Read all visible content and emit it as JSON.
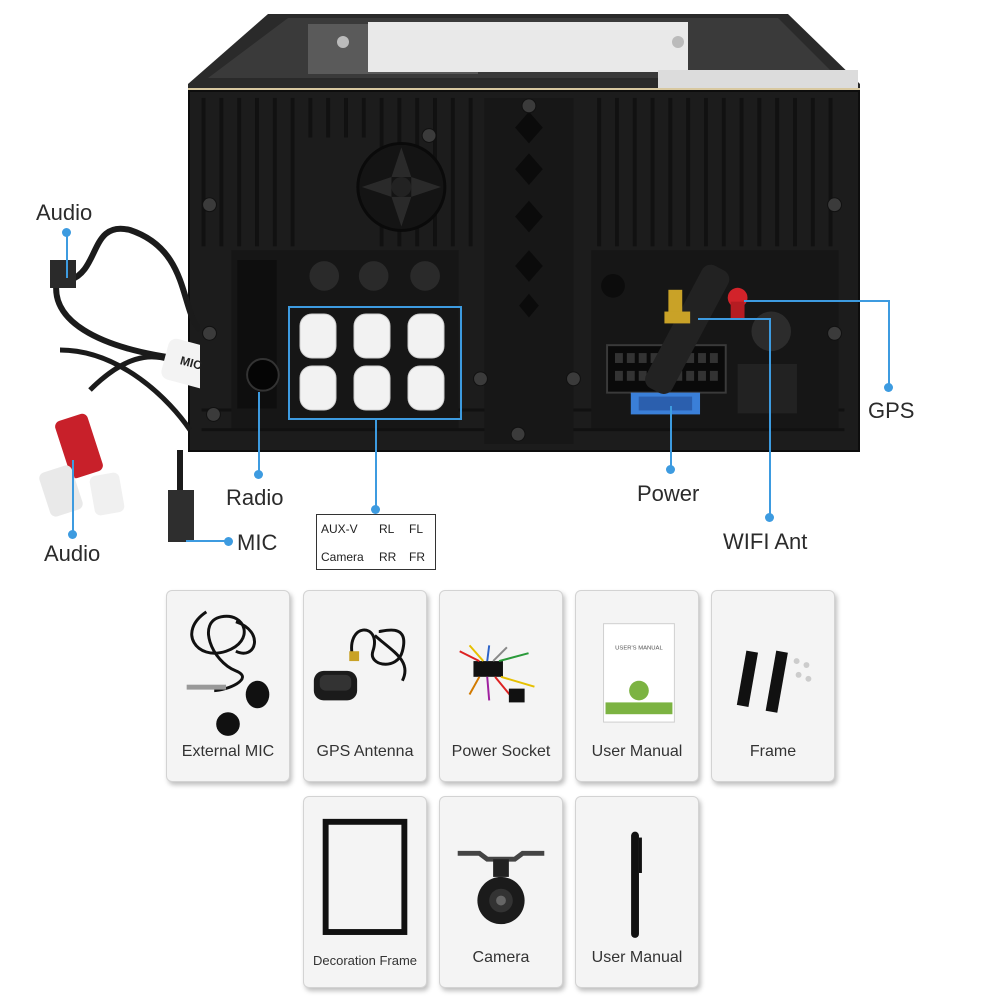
{
  "callouts": {
    "audio_top": "Audio",
    "audio_bottom": "Audio",
    "mic_tag": "MIC",
    "radio": "Radio",
    "mic": "MIC",
    "power": "Power",
    "wifi": "WIFI Ant",
    "gps": "GPS"
  },
  "legend": {
    "r1c1": "AUX-V",
    "r1c2": "RL",
    "r1c3": "FL",
    "r2c1": "Camera",
    "r2c2": "RR",
    "r2c3": "FR"
  },
  "accessories": [
    {
      "label": "External MIC",
      "icon": "microphone-icon"
    },
    {
      "label": "GPS Antenna",
      "icon": "gps-antenna-icon"
    },
    {
      "label": "Power Socket",
      "icon": "power-harness-icon"
    },
    {
      "label": "User Manual",
      "icon": "manual-icon",
      "manual_text": "USER'S MANUAL"
    },
    {
      "label": "Frame",
      "icon": "frame-bracket-icon"
    },
    {
      "label": "Decoration Frame",
      "icon": "decoration-frame-icon"
    },
    {
      "label": "Camera",
      "icon": "camera-icon"
    },
    {
      "label": "User Manual",
      "icon": "stylus-icon"
    }
  ],
  "colors": {
    "accent": "#3d9be0",
    "unit": "#1c1c1c",
    "rca_red": "#c8202a",
    "fuse": "#3a7fd8"
  }
}
